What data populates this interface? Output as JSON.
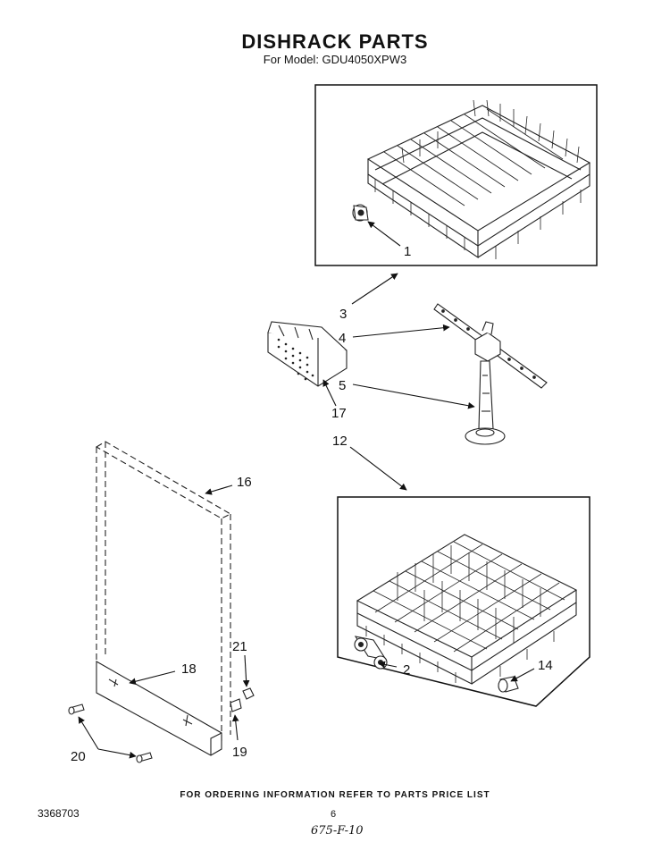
{
  "header": {
    "title": "DISHRACK PARTS",
    "subtitle": "For Model: GDU4050XPW3"
  },
  "footer": {
    "ordering_note": "FOR ORDERING INFORMATION REFER TO PARTS PRICE LIST",
    "document_number": "3368703",
    "page_number": "6",
    "handwritten_note": "675-F-10"
  },
  "callouts": {
    "c1": "1",
    "c2": "2",
    "c3": "3",
    "c4": "4",
    "c5": "5",
    "c12": "12",
    "c14": "14",
    "c16": "16",
    "c17": "17",
    "c18": "18",
    "c19": "19",
    "c20": "20",
    "c21": "21"
  }
}
